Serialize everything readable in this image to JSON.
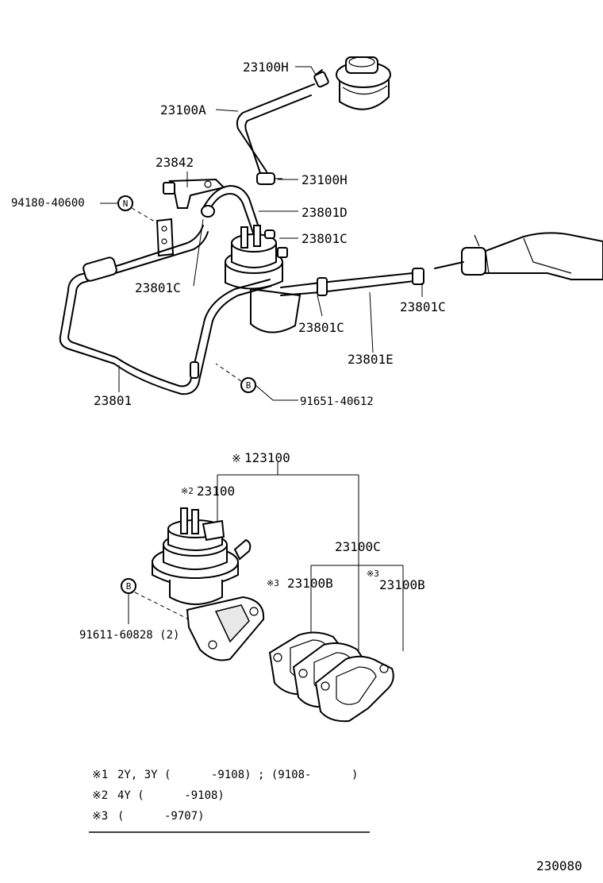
{
  "labels": {
    "hose_clamp_top": "23100H",
    "hose_a": "23100A",
    "clamp_mid": "23100H",
    "bracket": "23842",
    "bolt_n": "94180-40600",
    "badge_n": "N",
    "tube_d": "23801D",
    "clip_c1": "23801C",
    "clip_c2": "23801C",
    "clip_c3": "23801C",
    "clip_c4": "23801C",
    "hose_e": "23801E",
    "tube_main": "23801",
    "badge_b_top": "B",
    "bolt_b_top": "91651-40612",
    "pump_assy": "123100",
    "pump_assy_mark": "※",
    "pump": "23100",
    "pump_mark": "※2",
    "gasket_set": "23100C",
    "gasket_b1": "23100B",
    "gasket_b1_mark": "※3",
    "gasket_b2": "23100B",
    "gasket_b2_mark": "※3",
    "badge_b_bottom": "B",
    "bolt_b_bottom": "91611-60828 (2)"
  },
  "notes": [
    {
      "mark": "※1",
      "text": "2Y, 3Y (      -9108) ; (9108-      )"
    },
    {
      "mark": "※2",
      "text": "4Y (      -9108)"
    },
    {
      "mark": "※3",
      "text": "(      -9707)"
    }
  ],
  "diagram_number": "230080"
}
